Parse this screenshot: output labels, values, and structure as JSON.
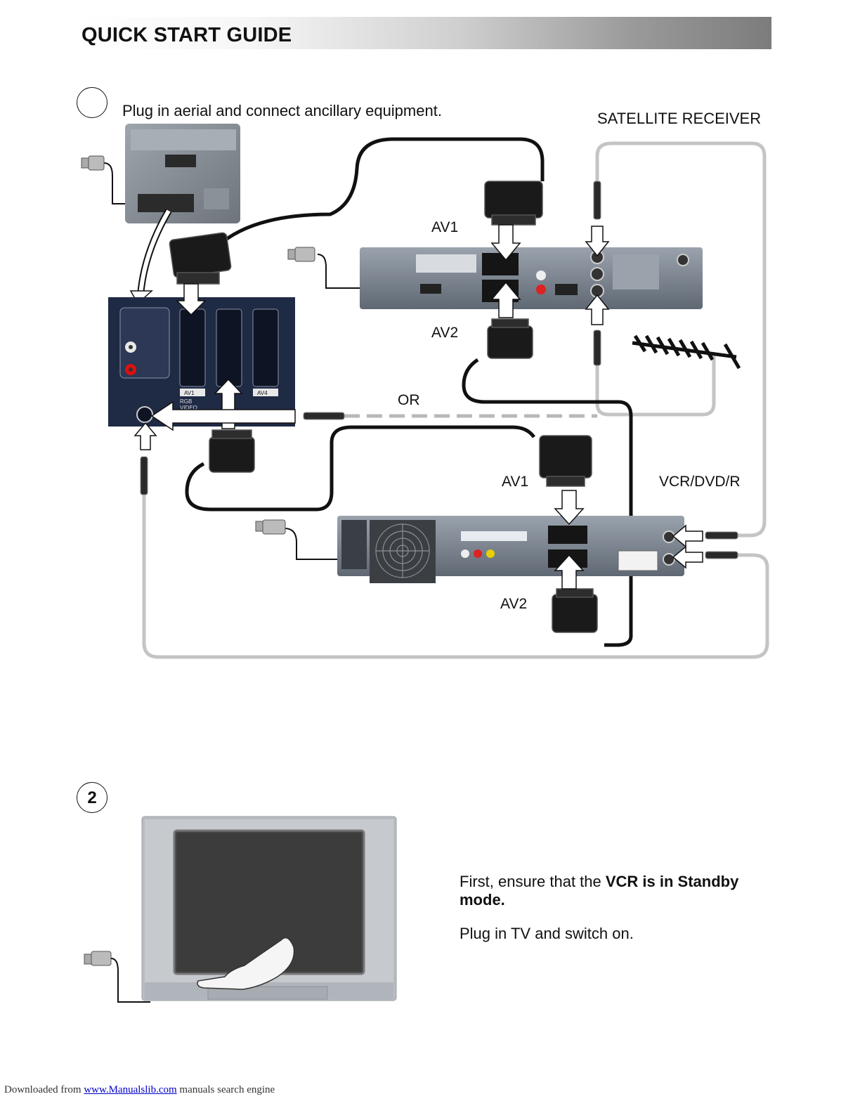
{
  "header": {
    "title": "QUICK START GUIDE"
  },
  "step1": {
    "number": "",
    "instruction": "Plug in aerial and connect ancillary equipment.",
    "labels": {
      "satellite_receiver": "SATELLITE RECEIVER",
      "sat_av1": "AV1",
      "sat_av2": "AV2",
      "or": "OR",
      "vcr_av1": "AV1",
      "vcr_dvd_r": "VCR/DVD/R",
      "vcr_av2": "AV2"
    },
    "tv_panel_labels": {
      "av1": "AV1",
      "av4": "AV4",
      "rgb": "RGB",
      "video": "VIDEO"
    }
  },
  "step2": {
    "number": "2",
    "text_intro": "First, ensure that the ",
    "text_bold": "VCR is in Standby mode.",
    "text_second": "Plug in TV and switch on."
  },
  "footer": {
    "prefix": "Downloaded from ",
    "link": "www.Manualslib.com",
    "suffix": " manuals search engine"
  },
  "colors": {
    "cable_black": "#111111",
    "cable_grey": "#c4c4c4",
    "device_metal": "#7d8792",
    "tv_panel": "#1f2a44"
  }
}
